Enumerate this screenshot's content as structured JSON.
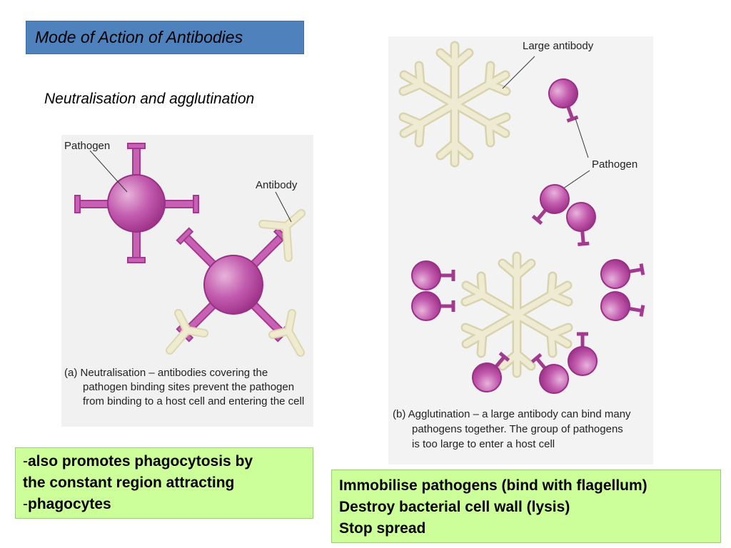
{
  "slide": {
    "title": "Mode of Action of Antibodies",
    "subtitle": "Neutralisation and agglutination"
  },
  "panel_a": {
    "label_pathogen": "Pathogen",
    "label_antibody": "Antibody",
    "caption": [
      "(a)  Neutralisation – antibodies covering the",
      "pathogen binding sites prevent the pathogen",
      "from binding to a host cell and entering the cell"
    ]
  },
  "panel_b": {
    "label_large_antibody": "Large antibody",
    "label_pathogen": "Pathogen",
    "caption": [
      "(b)  Agglutination – a large antibody can bind many",
      "pathogens together. The group of pathogens",
      "is too large to enter a host cell"
    ]
  },
  "note_left": {
    "line1_dash": "-",
    "line1": "also promotes phagocytosis by",
    "line2": "the constant region attracting",
    "line3_dash": "-",
    "line3": "phagocytes"
  },
  "note_right": {
    "line1": "Immobilise pathogens (bind with flagellum)",
    "line2": "Destroy bacterial cell wall (lysis)",
    "line3": "Stop spread"
  },
  "colors": {
    "title_bg": "#4f81bd",
    "pathogen": "#b0429b",
    "antibody": "#ece8c8",
    "note_bg": "#ccff99"
  }
}
